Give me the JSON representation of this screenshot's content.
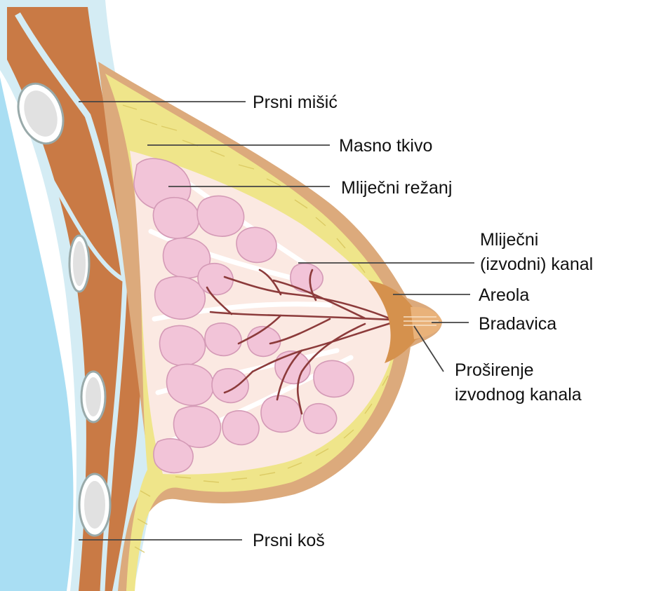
{
  "labels": {
    "pectoral_muscle": "Prsni mišić",
    "fat_tissue": "Masno tkivo",
    "mammary_lobe": "Mliječni režanj",
    "milk_duct_line1": "Mliječni",
    "milk_duct_line2": "(izvodni) kanal",
    "areola": "Areola",
    "nipple": "Bradavica",
    "duct_widening_line1": "Proširenje",
    "duct_widening_line2": "izvodnog kanala",
    "chest_wall": "Prsni koš"
  },
  "colors": {
    "lung": "#a9def3",
    "muscle": "#c97a45",
    "fascia": "#d4ecf4",
    "fat": "#efe58a",
    "skin": "#dcaa7c",
    "gland": "#fbe9e2",
    "lobule": "#f2c4d8",
    "duct": "#8c3b3b",
    "areola": "#d5914d",
    "leader": "#444444"
  }
}
